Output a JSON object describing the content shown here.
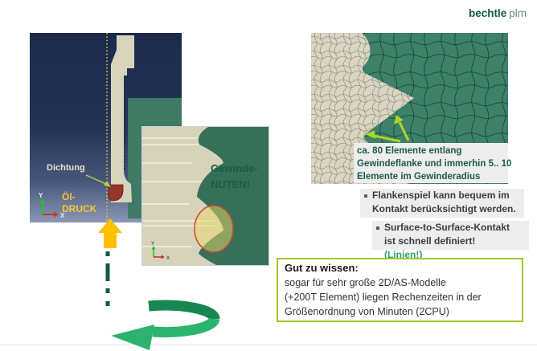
{
  "logo": {
    "brand": "bechtle",
    "product": "plm"
  },
  "left_panel": {
    "dichtung_label": "Dichtung",
    "oil_label_line1": "Öl-",
    "oil_label_line2": "DRUCK",
    "axis_y": "Y",
    "axis_x": "X"
  },
  "middle_panel": {
    "callout_line1": "Gewinde-",
    "callout_line2": "NUTEN!",
    "axis_y": "Y",
    "axis_x": "X"
  },
  "mesh_caption": {
    "line1": "ca. 80 Elemente entlang",
    "line2": "Gewindeflanke und immerhin 5.. 10",
    "line3": "Elemente im Gewinderadius"
  },
  "bullets": [
    {
      "line1": "Flankenspiel kann bequem im",
      "line2": "Kontakt berücksichtigt werden."
    },
    {
      "line1": "Surface-to-Surface-Kontakt",
      "line2_prefix": "ist schnell definiert!",
      "line2_highlight": "(Linien!)"
    }
  ],
  "info_box": {
    "title": "Gut zu wissen:",
    "line1": "sogar für sehr große 2D/AS-Modelle",
    "line2": " (+200T Element) liegen Rechenzeiten in der",
    "line3": "Größenordnung von Minuten (2CPU)"
  },
  "colors": {
    "navy_background": "#1c2a4c",
    "navy_background_light": "#8b97b4",
    "abaqus_green": "#3e7a64",
    "mesh_green": "#3d8168",
    "cream_part": "#d8d4bc",
    "seal_red": "#96352e",
    "yellow_accent": "#ffc000",
    "yellow_text": "#ffc42e",
    "chartreuse_accent": "#a9d62a",
    "box_border_green": "#9fcb2d",
    "dark_green_text": "#1d5b48",
    "rotation_arrow_dark": "#178752",
    "rotation_arrow_light": "#2db36e",
    "dashed_axis_teal": "#0d5b48",
    "logo_green": "#15594b"
  }
}
